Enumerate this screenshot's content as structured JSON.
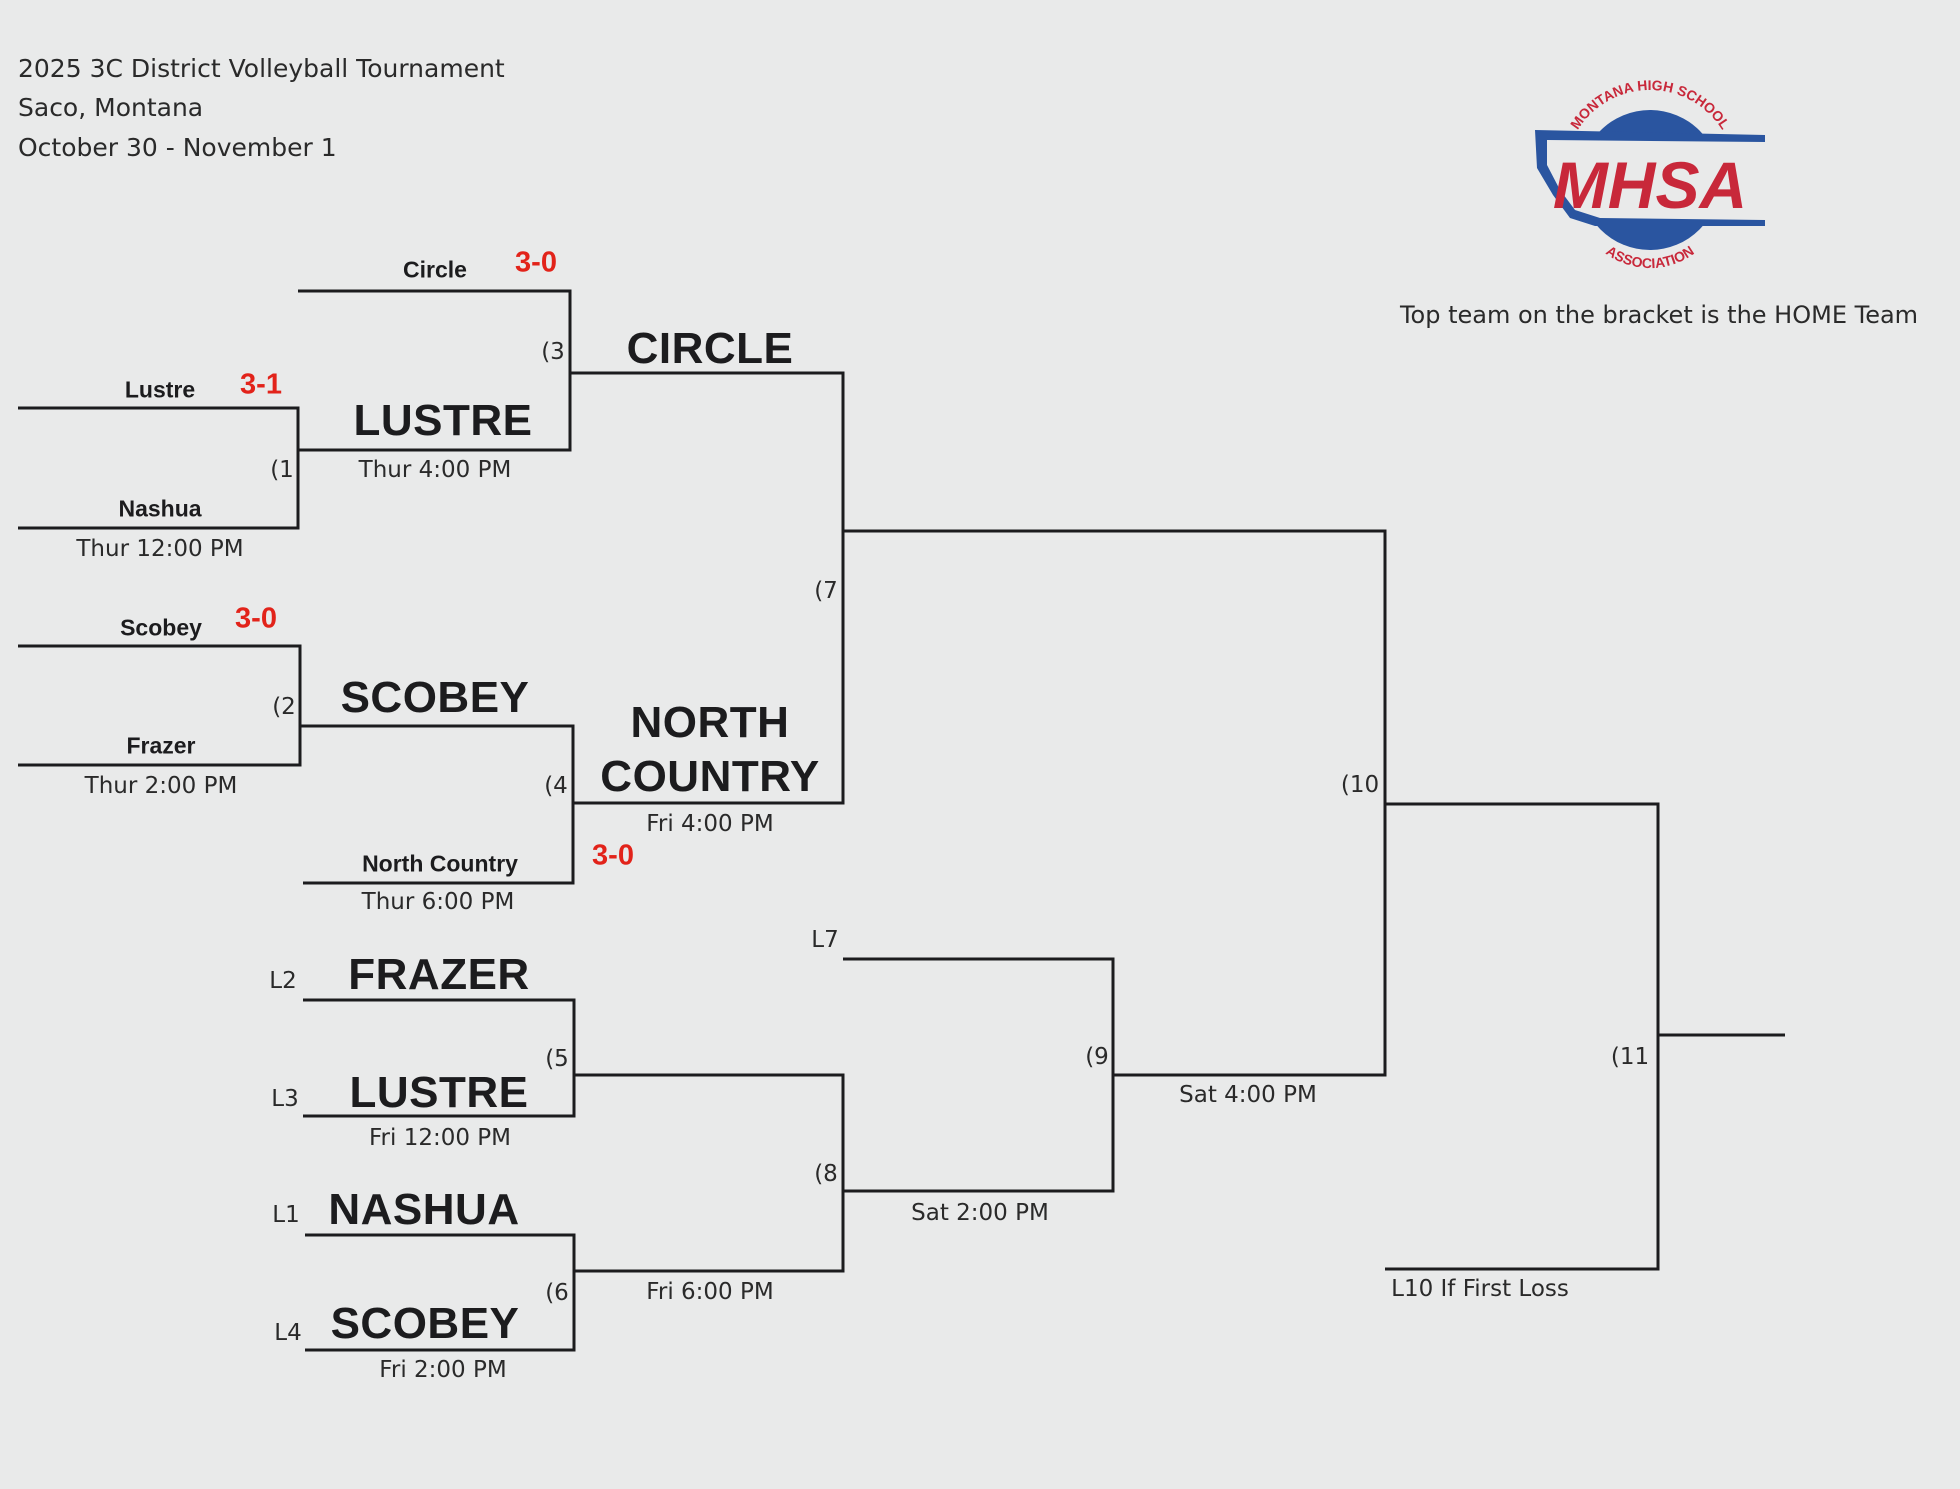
{
  "header": {
    "title": "2025 3C District Volleyball Tournament",
    "location": "Saco, Montana",
    "dates": "October 30 - November 1"
  },
  "logo": {
    "text": "MHSA",
    "arc_top": "MONTANA HIGH SCHOOL",
    "arc_bottom": "ASSOCIATION",
    "red": "#c8283a",
    "blue": "#2a55a0"
  },
  "note": "Top team on the bracket is the HOME Team",
  "colors": {
    "score": "#e2231a",
    "line": "#1c1c1e"
  },
  "round1": {
    "g1": {
      "home": "Lustre",
      "home_score": "3-1",
      "away": "Nashua",
      "time": "Thur 12:00 PM",
      "num": "(1"
    },
    "g2": {
      "home": "Scobey",
      "home_score": "3-0",
      "away": "Frazer",
      "time": "Thur 2:00 PM",
      "num": "(2"
    }
  },
  "round2": {
    "g3": {
      "home": "Circle",
      "home_score": "3-0",
      "away": "LUSTRE",
      "time": "Thur 4:00 PM",
      "num": "(3"
    },
    "g4": {
      "home": "SCOBEY",
      "away": "North Country",
      "away_score": "3-0",
      "time": "Thur 6:00 PM",
      "num": "(4"
    }
  },
  "winners": {
    "g7": {
      "home": "CIRCLE",
      "away_line1": "NORTH",
      "away_line2": "COUNTRY",
      "time": "Fri 4:00 PM",
      "num": "(7"
    },
    "g10": {
      "num": "(10"
    }
  },
  "losers": {
    "g5": {
      "home_seed": "L2",
      "home": "FRAZER",
      "away_seed": "L3",
      "away": "LUSTRE",
      "time": "Fri 12:00 PM",
      "num": "(5"
    },
    "g6": {
      "home_seed": "L1",
      "home": "NASHUA",
      "away_seed": "L4",
      "away": "SCOBEY",
      "time": "Fri 2:00 PM",
      "num": "(6"
    },
    "g8": {
      "time": "Fri 6:00 PM",
      "num": "(8"
    },
    "g9": {
      "home_seed": "L7",
      "time": "Sat 2:00 PM",
      "num": "(9"
    },
    "g10_time": "Sat 4:00 PM",
    "g11": {
      "num": "(11",
      "away_seed": "L10 If First Loss"
    }
  }
}
